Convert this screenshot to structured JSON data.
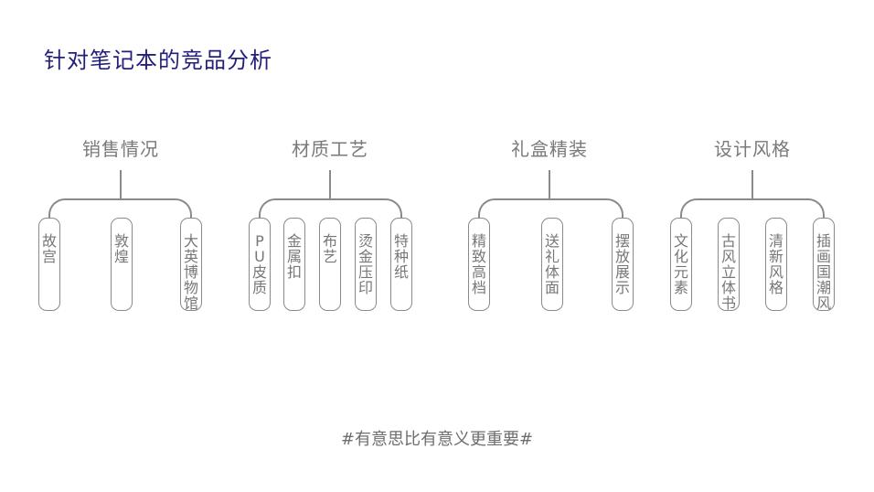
{
  "title": "针对笔记本的竞品分析",
  "groups": [
    {
      "label": "销售情况",
      "items": [
        "故宫",
        "敦煌",
        "大英博物馆"
      ]
    },
    {
      "label": "材质工艺",
      "items": [
        "PU皮质",
        "金属扣",
        "布艺",
        "烫金压印",
        "特种纸"
      ]
    },
    {
      "label": "礼盒精装",
      "items": [
        "精致高档",
        "送礼体面",
        "摆放展示"
      ]
    },
    {
      "label": "设计风格",
      "items": [
        "文化元素",
        "古风立体书",
        "清新风格",
        "插画国潮风"
      ]
    }
  ],
  "footer": "#有意思比有意义更重要#"
}
